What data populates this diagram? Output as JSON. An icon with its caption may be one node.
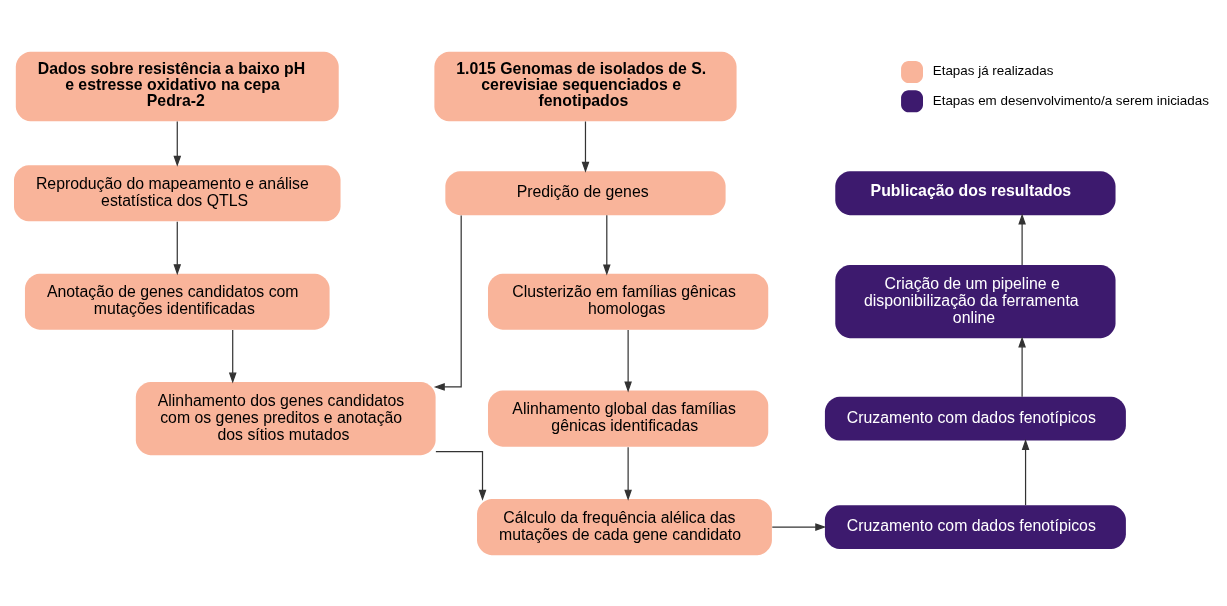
{
  "diagram": {
    "nodes": [
      {
        "text": [
          "Dados sobre resistência a baixo pH e estresse oxidativo na cepa Pedra-2"
        ]
      },
      {
        "text": [
          "Reprodução do mapeamento e análise estatística dos QTLS"
        ]
      },
      {
        "text": [
          "Anotação de genes candidatos com mutações identificadas"
        ]
      },
      {
        "text": [
          "Alinhamento dos genes candidatos com os genes preditos e anotação dos sítios mutados"
        ]
      },
      {
        "text": [
          "1.015 Genomas de isolados de S. cerevisiae sequenciados e fenotipados"
        ]
      },
      {
        "text": [
          "Predição de genes"
        ]
      },
      {
        "text": [
          "Clusterizão em famílias gênicas homologas"
        ]
      },
      {
        "text": [
          "Alinhamento global das famílias gênicas identificadas"
        ]
      },
      {
        "text": [
          "Cálculo da frequência alélica das mutações de cada gene candidato"
        ]
      },
      {
        "text": [
          "Publicação dos resultados"
        ]
      },
      {
        "text": [
          "Criação de um pipeline e disponibilização da ferramenta online"
        ]
      },
      {
        "text": [
          "Cruzamento com dados fenotípicos"
        ]
      },
      {
        "text": [
          "Cruzamento com dados fenotípicos"
        ]
      }
    ],
    "edges": [
      {
        "from": 0,
        "to": 1,
        "arrow": "to"
      },
      {
        "from": 1,
        "to": 2,
        "arrow": "to"
      },
      {
        "from": 2,
        "to": 3,
        "arrow": "to"
      },
      {
        "from": 5,
        "to": 3,
        "arrow": "to"
      },
      {
        "from": 4,
        "to": 5,
        "arrow": "to"
      },
      {
        "from": 5,
        "to": 6,
        "arrow": "to"
      },
      {
        "from": 6,
        "to": 7,
        "arrow": "to"
      },
      {
        "from": 7,
        "to": 8,
        "arrow": "to"
      },
      {
        "from": 3,
        "to": 8,
        "arrow": "to"
      },
      {
        "from": 8,
        "to": 12,
        "arrow": "to"
      },
      {
        "from": 12,
        "to": 11,
        "arrow": "to"
      },
      {
        "from": 11,
        "to": 10,
        "arrow": "to"
      },
      {
        "from": 10,
        "to": 9,
        "arrow": "to"
      }
    ],
    "legend": [
      {
        "text": "Etapas já realizadas",
        "color": "#f9b49a"
      },
      {
        "text": "Etapas em desenvolvimento/a serem iniciadas",
        "color": "#3d1a6e"
      }
    ]
  }
}
